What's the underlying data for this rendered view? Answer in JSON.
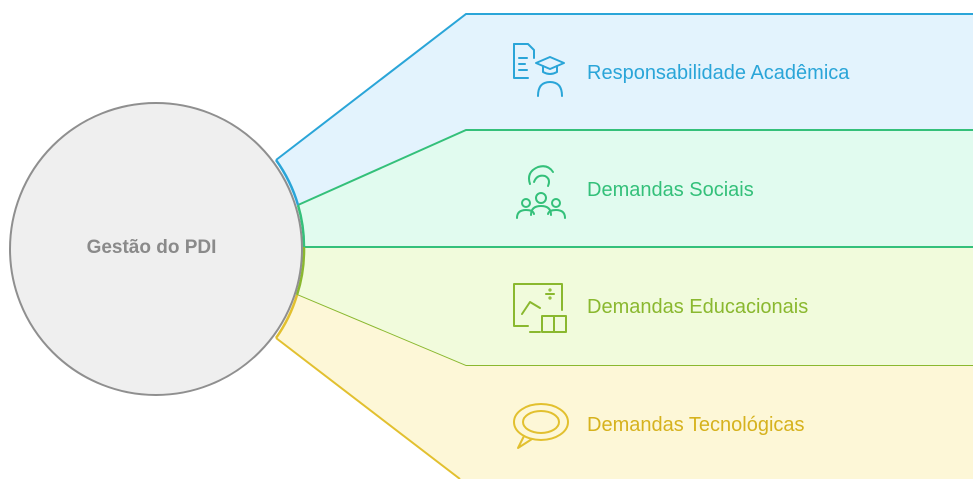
{
  "center": {
    "title": "Gestão do PDI"
  },
  "branches": [
    {
      "label": "Responsabilidade Acadêmica",
      "icon": "student-document-icon",
      "color": "#2aa5d8",
      "fill": "#e3f3fd"
    },
    {
      "label": "Demandas Sociais",
      "icon": "community-people-icon",
      "color": "#34c07a",
      "fill": "#e1fbef"
    },
    {
      "label": "Demandas Educacionais",
      "icon": "education-board-icon",
      "color": "#8ab82f",
      "fill": "#f1fbdc"
    },
    {
      "label": "Demandas Tecnológicas",
      "icon": "chat-bubble-icon",
      "color": "#e2c02f",
      "fill": "#fdf7d7"
    }
  ]
}
